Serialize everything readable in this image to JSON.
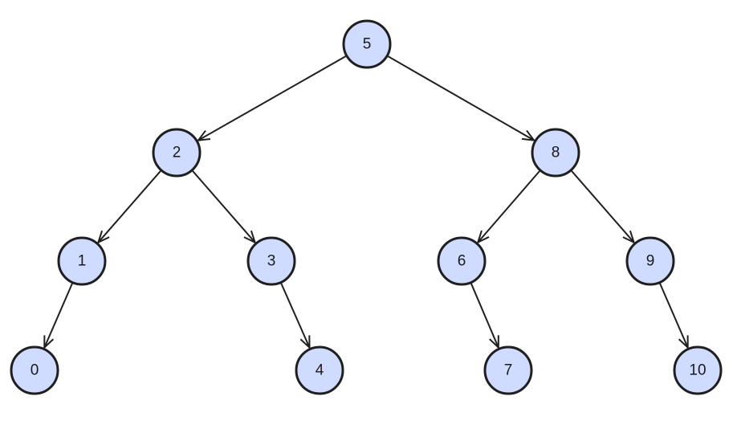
{
  "diagram": {
    "type": "binary-tree",
    "colors": {
      "node_fill": "#cfdcff",
      "node_stroke": "#1f1f1f",
      "edge": "#1f1f1f",
      "label": "#1a1a1a"
    },
    "nodes": [
      {
        "id": "n5",
        "label": "5"
      },
      {
        "id": "n2",
        "label": "2"
      },
      {
        "id": "n8",
        "label": "8"
      },
      {
        "id": "n1",
        "label": "1"
      },
      {
        "id": "n3",
        "label": "3"
      },
      {
        "id": "n6",
        "label": "6"
      },
      {
        "id": "n9",
        "label": "9"
      },
      {
        "id": "n0",
        "label": "0"
      },
      {
        "id": "n4",
        "label": "4"
      },
      {
        "id": "n7",
        "label": "7"
      },
      {
        "id": "n10",
        "label": "10"
      }
    ],
    "edges": [
      {
        "from": "n5",
        "to": "n2"
      },
      {
        "from": "n5",
        "to": "n8"
      },
      {
        "from": "n2",
        "to": "n1"
      },
      {
        "from": "n2",
        "to": "n3"
      },
      {
        "from": "n8",
        "to": "n6"
      },
      {
        "from": "n8",
        "to": "n9"
      },
      {
        "from": "n1",
        "to": "n0"
      },
      {
        "from": "n3",
        "to": "n4"
      },
      {
        "from": "n6",
        "to": "n7"
      },
      {
        "from": "n9",
        "to": "n10"
      }
    ]
  }
}
